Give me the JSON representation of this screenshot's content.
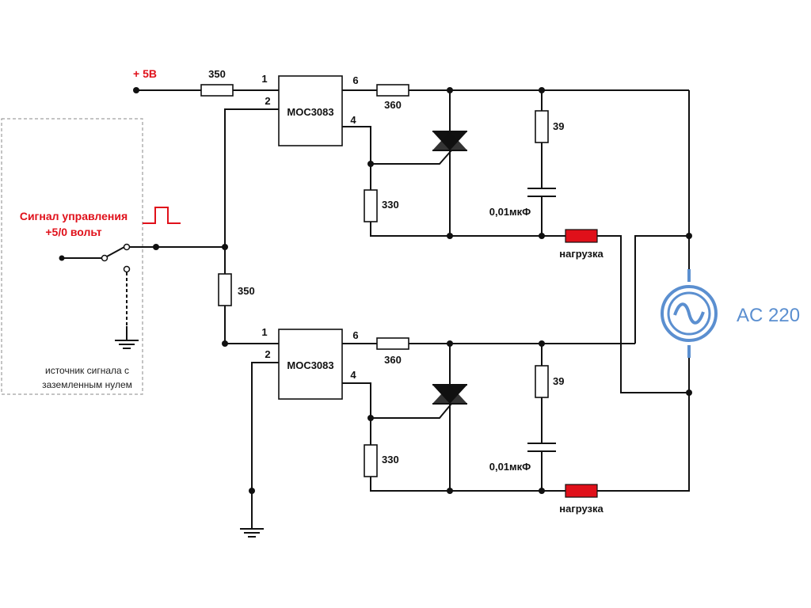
{
  "supply": {
    "label": "+ 5В"
  },
  "control_signal": {
    "line1": "Сигнал управления",
    "line2": "+5/0 вольт"
  },
  "source_box": {
    "line1": "источник сигнала с",
    "line2": "заземленным нулем"
  },
  "resistors": {
    "r_input_top": "350",
    "r_input_mid": "350",
    "r_out_top": "360",
    "r_out_bot": "360",
    "r_gate_top": "330",
    "r_gate_bot": "330",
    "r_snub_top": "39",
    "r_snub_bot": "39"
  },
  "capacitors": {
    "c_top": "0,01мкФ",
    "c_bot": "0,01мкФ"
  },
  "optocouplers": {
    "top": {
      "name": "MOC3083",
      "pins": [
        "1",
        "2",
        "6",
        "4"
      ]
    },
    "bottom": {
      "name": "MOC3083",
      "pins": [
        "1",
        "2",
        "6",
        "4"
      ]
    }
  },
  "loads": {
    "top": "нагрузка",
    "bottom": "нагрузка"
  },
  "ac_source": {
    "label": "AC 220"
  },
  "colors": {
    "wire": "#111111",
    "accent_red": "#e0101a",
    "load_fill": "#e0101a",
    "ac_blue": "#5b8fd0"
  }
}
